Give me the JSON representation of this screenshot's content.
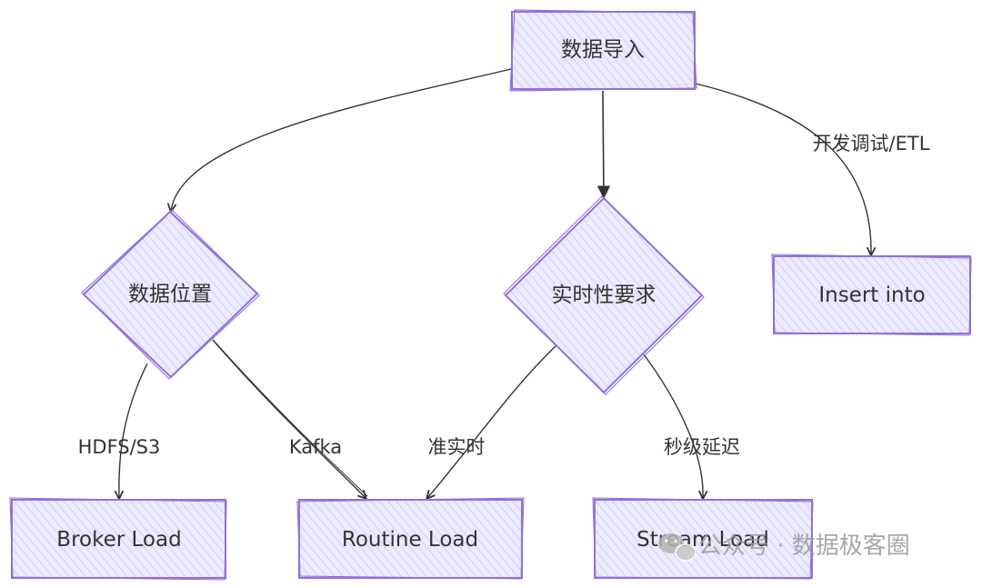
{
  "nodes": {
    "data_import": "数据导入",
    "data_location": "数据位置",
    "realtime_req": "实时性要求",
    "insert_into": "Insert into",
    "broker_load": "Broker Load",
    "routine_load": "Routine Load",
    "stream_load": "Stream Load"
  },
  "edges": {
    "dev_etl": "开发调试/ETL",
    "hdfs_s3": "HDFS/S3",
    "kafka": "Kafka",
    "near_realtime": "准实时",
    "second_latency": "秒级延迟"
  },
  "watermark": {
    "text": "公众号 · 数据极客圈",
    "icon": "wechat-icon"
  },
  "colors": {
    "node_fill": "#ecebff",
    "node_stroke": "#9370db",
    "edge": "#333333",
    "watermark": "#9a9a9a"
  }
}
